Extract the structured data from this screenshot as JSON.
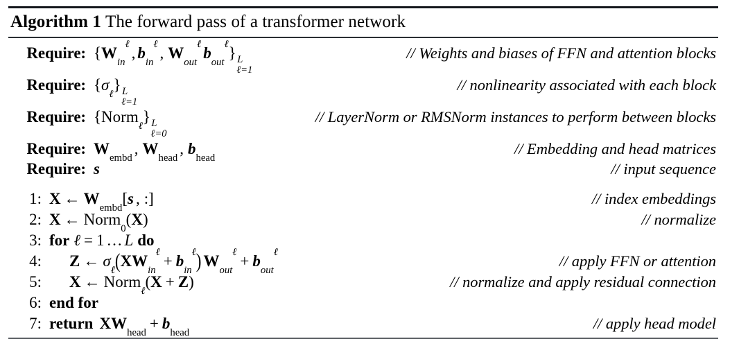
{
  "figure": {
    "name": "algorithm-float",
    "label": "Algorithm 1",
    "caption": "The forward pass of a transformer network"
  },
  "requires": [
    {
      "label": "Require:",
      "comment": "// Weights and biases of FFN and attention blocks",
      "code_text": "{W_in^l, b_in^l, W_out^l b_out^l}_{l=1}^{L}"
    },
    {
      "label": "Require:",
      "comment": "// nonlinearity associated with each block",
      "code_text": "{sigma_l}_{l=1}^{L}"
    },
    {
      "label": "Require:",
      "comment": "// LayerNorm or RMSNorm instances to perform between blocks",
      "code_text": "{Norm_l}_{l=0}^{L}"
    },
    {
      "label": "Require:",
      "comment": "// Embedding and head matrices",
      "code_text": "W_embd, W_head, b_head"
    },
    {
      "label": "Require:",
      "comment": "// input sequence",
      "code_text": "s"
    }
  ],
  "steps": [
    {
      "num": "1:",
      "comment": "// index embeddings",
      "code_text": "X <- W_embd[s, :]"
    },
    {
      "num": "2:",
      "comment": "// normalize",
      "code_text": "X <- Norm_0(X)"
    },
    {
      "num": "3:",
      "comment": "",
      "code_text": "for l = 1 ... L do"
    },
    {
      "num": "4:",
      "comment": "// apply FFN or attention",
      "code_text": "Z <- sigma_l(X W_in^l + b_in^l) W_out^l + b_out^l"
    },
    {
      "num": "5:",
      "comment": "//  normalize and apply residual connection",
      "code_text": "X <- Norm_l(X + Z)"
    },
    {
      "num": "6:",
      "comment": "",
      "code_text": "end for"
    },
    {
      "num": "7:",
      "comment": "// apply head model",
      "code_text": "return X W_head + b_head"
    }
  ],
  "symbols": {
    "ell": "ℓ",
    "sigma": "σ",
    "arrow": "←",
    "plus": "+",
    "L": "L",
    "slashes": "//"
  },
  "colors": {
    "text": "#000000",
    "background": "#ffffff",
    "rule_thick": "#14171c",
    "rule_thin": "#55595e"
  }
}
